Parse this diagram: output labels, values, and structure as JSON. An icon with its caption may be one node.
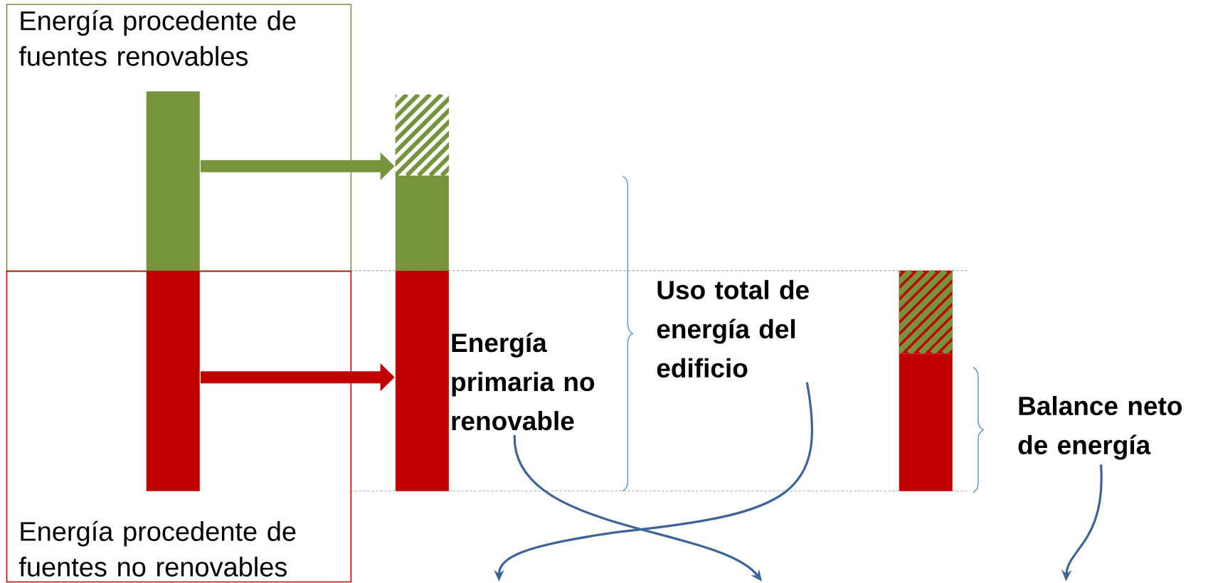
{
  "diagram": {
    "nodes": [
      {
        "text": [
          "Energía procedente de fuentes renovables"
        ]
      },
      {
        "text": [
          "Energía procedente de fuentes no renovables"
        ]
      },
      {
        "text": [],
        "shape": "bar",
        "in": 0
      },
      {
        "text": [],
        "shape": "bar",
        "in": 1
      },
      {
        "text": [],
        "shape": "bar"
      },
      {
        "text": [],
        "shape": "bar"
      },
      {
        "text": [],
        "shape": "bar"
      },
      {
        "text": [
          "Energía primaria no renovable"
        ]
      },
      {
        "text": [
          "Uso total de energía del edificio"
        ]
      },
      {
        "text": [],
        "shape": "bar"
      },
      {
        "text": [],
        "shape": "bar"
      },
      {
        "text": [
          "Balance neto de energía"
        ]
      }
    ],
    "edges": [
      {
        "from": 2,
        "to": 4,
        "arrow": "to",
        "style": "thick",
        "color": "#77933c"
      },
      {
        "from": 3,
        "to": 6,
        "arrow": "to",
        "style": "thick",
        "color": "#c00000"
      },
      {
        "from": 7,
        "to": null,
        "arrow": "to"
      },
      {
        "from": 8,
        "to": null,
        "arrow": "to"
      },
      {
        "from": 11,
        "to": null,
        "arrow": "to"
      }
    ]
  }
}
